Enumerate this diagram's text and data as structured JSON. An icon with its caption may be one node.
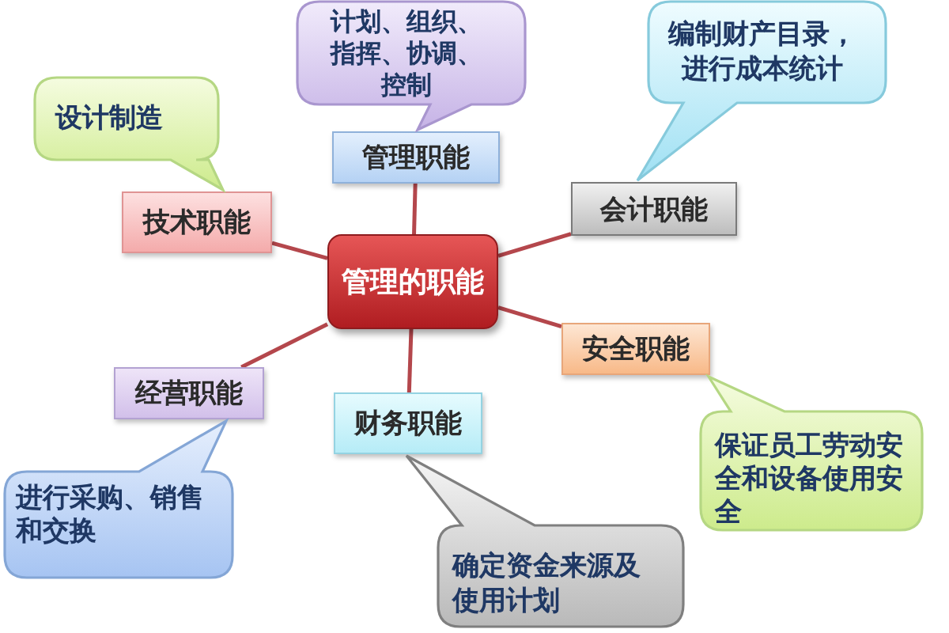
{
  "diagram": {
    "nodes": [
      {
        "text": [
          "管理的职能"
        ]
      },
      {
        "text": [
          "管理职能"
        ]
      },
      {
        "text": [
          "计划、组织、指挥、协调、控制"
        ]
      },
      {
        "text": [
          "会计职能"
        ]
      },
      {
        "text": [
          "编制财产目录，进行成本统计"
        ]
      },
      {
        "text": [
          "安全职能"
        ]
      },
      {
        "text": [
          "保证员工劳动安全和设备使用安全"
        ]
      },
      {
        "text": [
          "财务职能"
        ]
      },
      {
        "text": [
          "确定资金来源及使用计划"
        ]
      },
      {
        "text": [
          "经营职能"
        ]
      },
      {
        "text": [
          "进行采购、销售和交换"
        ]
      },
      {
        "text": [
          "技术职能"
        ]
      },
      {
        "text": [
          "设计制造"
        ]
      }
    ],
    "edges": [
      {
        "from": 0,
        "to": 1,
        "arrow": "none"
      },
      {
        "from": 0,
        "to": 3,
        "arrow": "none"
      },
      {
        "from": 0,
        "to": 5,
        "arrow": "none"
      },
      {
        "from": 0,
        "to": 7,
        "arrow": "none"
      },
      {
        "from": 0,
        "to": 9,
        "arrow": "none"
      },
      {
        "from": 0,
        "to": 11,
        "arrow": "none"
      }
    ]
  }
}
